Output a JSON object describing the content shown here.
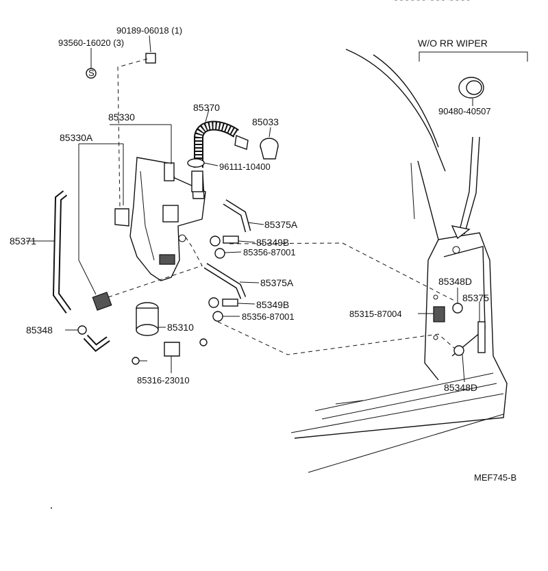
{
  "header_fragment": "~~~~~~ ~~~ ~~~~",
  "section_label": "W/O RR WIPER",
  "drawing_code": "MEF745-B",
  "screw_symbol": "S",
  "parts": {
    "p90189": "90189-06018 (1)",
    "p93560": "93560-16020 (3)",
    "p85330": "85330",
    "p85330A": "85330A",
    "p85370": "85370",
    "p85033": "85033",
    "p96111": "96111-10400",
    "p85375A_1": "85375A",
    "p85349B_1": "85349B",
    "p85356_1": "85356-87001",
    "p85371": "85371",
    "p85375A_2": "85375A",
    "p85349B_2": "85349B",
    "p85356_2": "85356-87001",
    "p85348": "85348",
    "p85310": "85310",
    "p85316": "85316-23010",
    "p90480": "90480-40507",
    "p85348D_1": "85348D",
    "p85375": "85375",
    "p85315": "85315-87004",
    "p85348D_2": "85348D"
  }
}
